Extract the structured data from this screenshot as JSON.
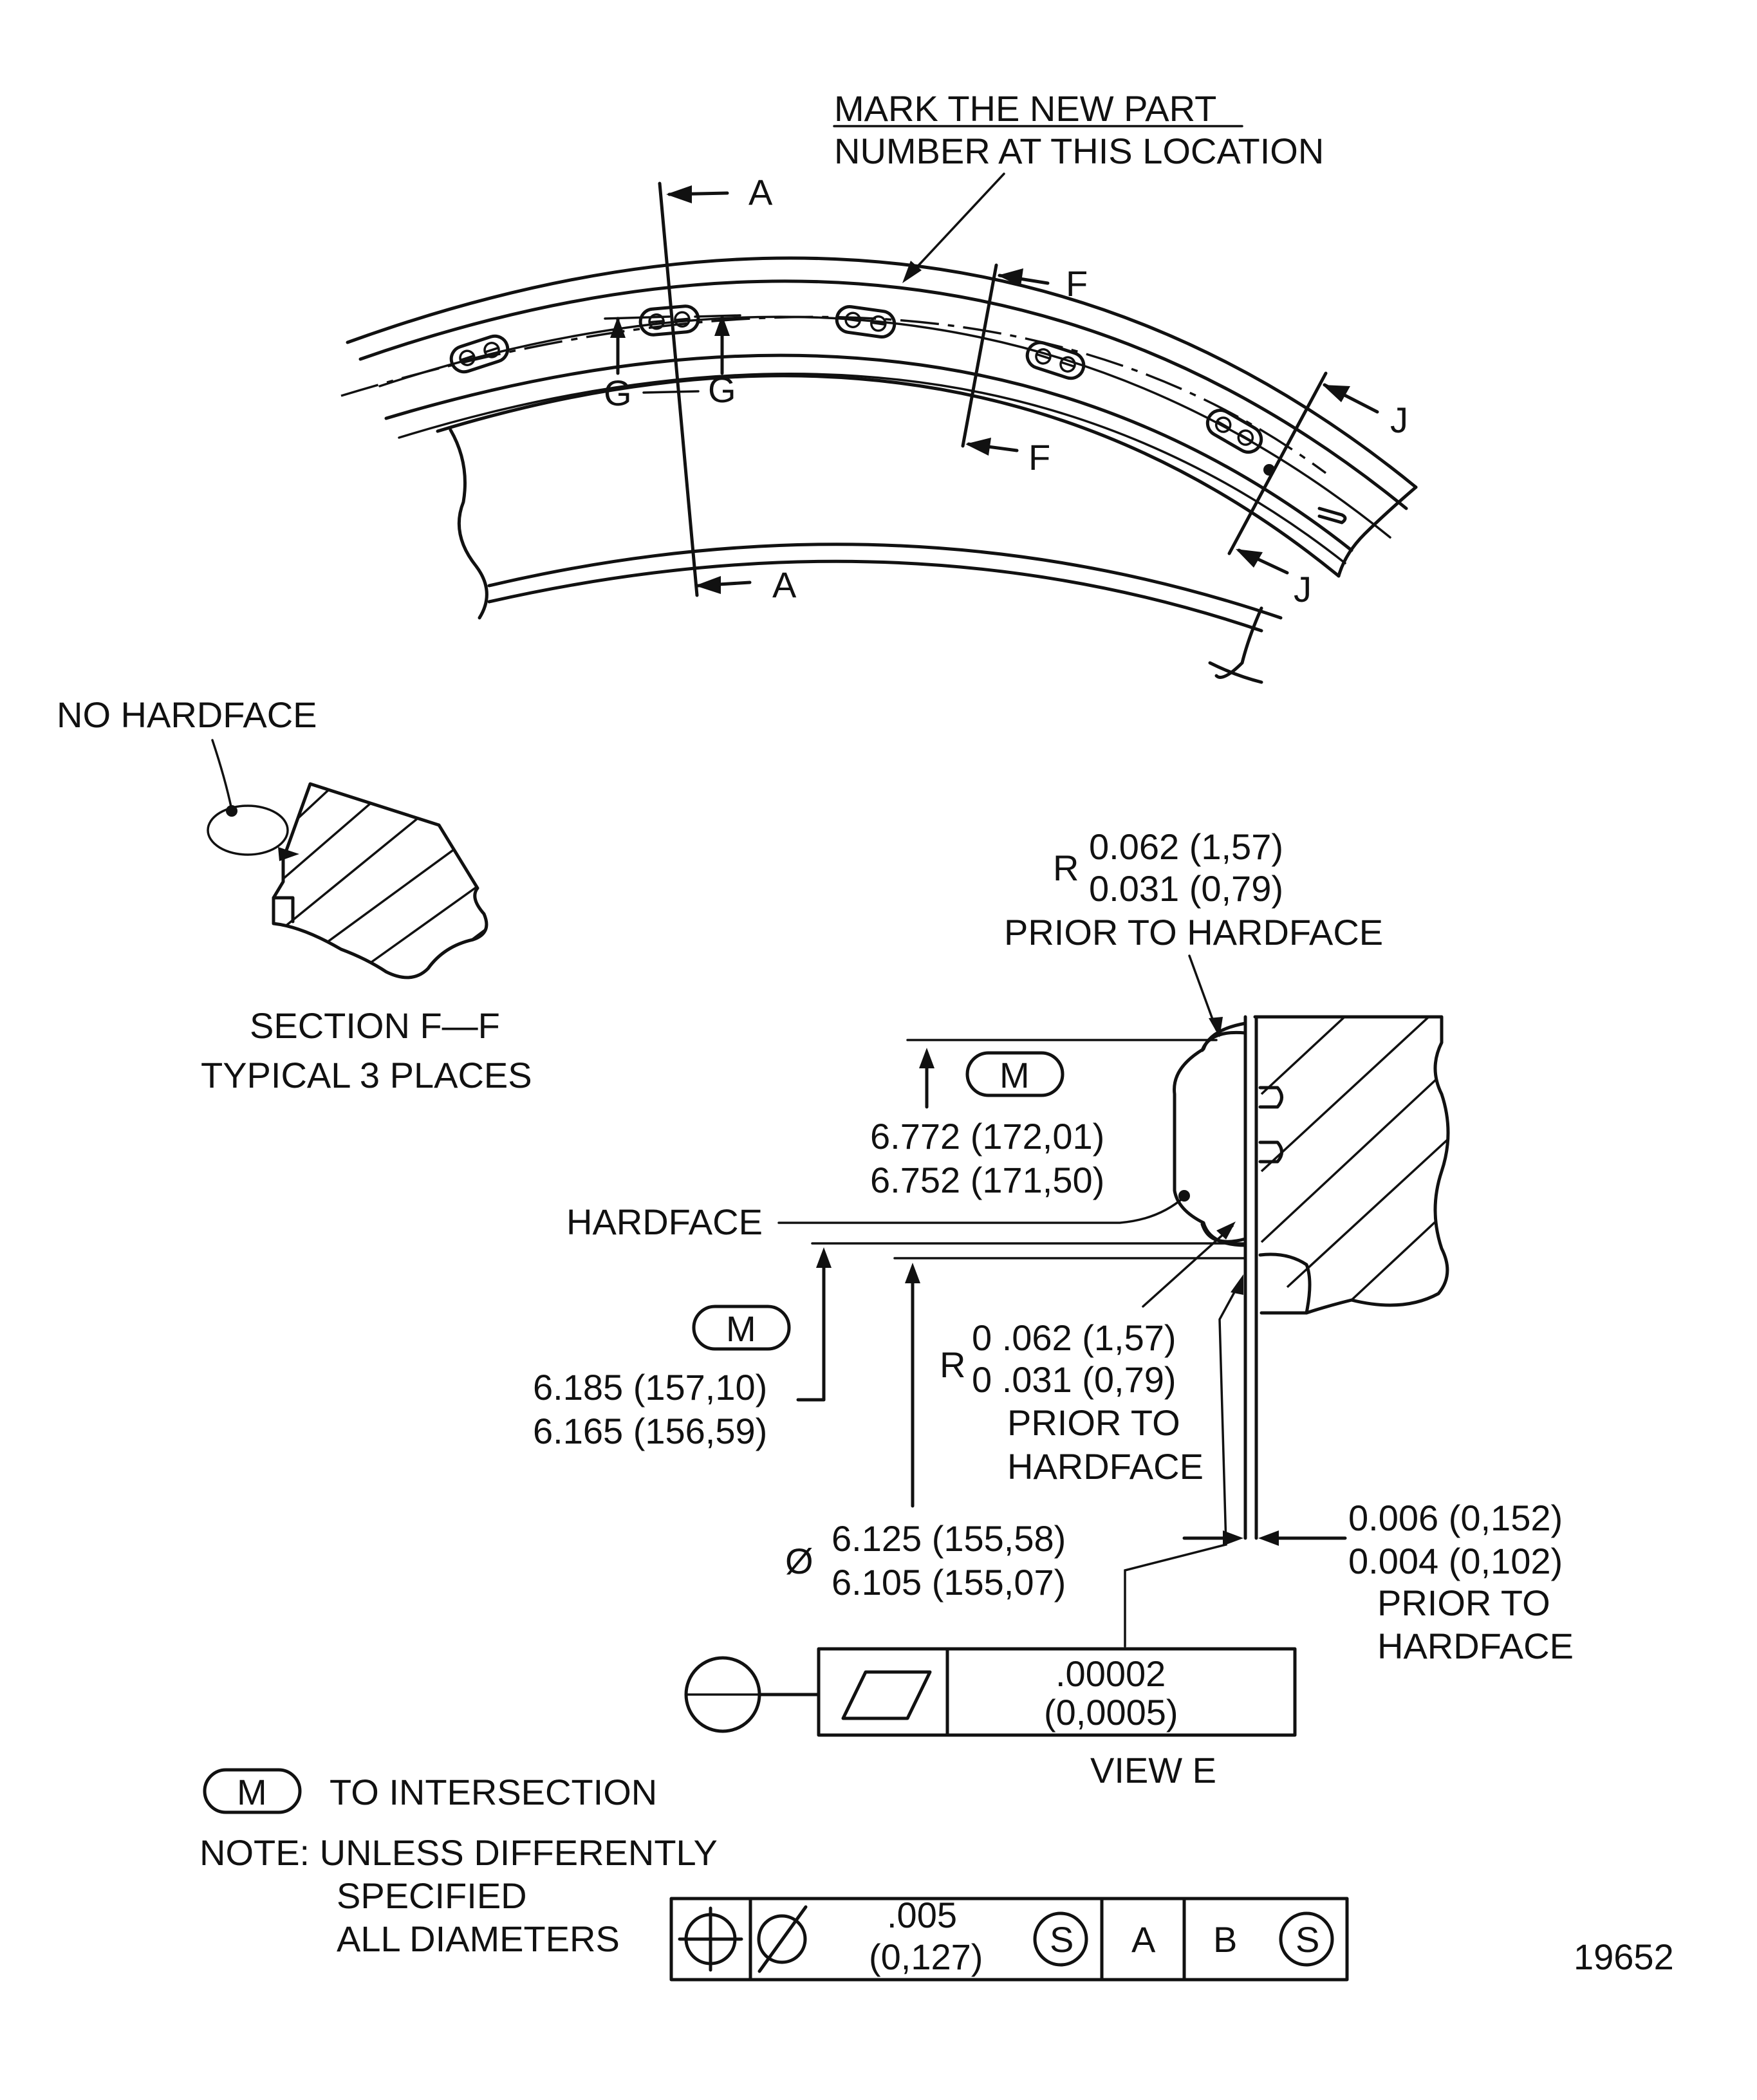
{
  "top_view": {
    "mark_label_line1": "MARK THE NEW PART",
    "mark_label_line2": "NUMBER AT THIS LOCATION",
    "section_a_top": "A",
    "section_a_bottom": "A",
    "section_f_top": "F",
    "section_f_bottom": "F",
    "section_j_top": "J",
    "section_j_bottom": "J",
    "view_g_left": "G",
    "view_g_right": "G"
  },
  "section_ff": {
    "no_hardface": "NO HARDFACE",
    "title": "SECTION F—F",
    "subtitle": "TYPICAL 3 PLACES"
  },
  "view_e": {
    "radius_top_prefix": "R",
    "radius_top_max": "0.062  (1,57)",
    "radius_top_min": "0.031  (0,79)",
    "radius_top_note": "PRIOR TO HARDFACE",
    "m_symbol": "M",
    "dim_upper_max": "6.772  (172,01)",
    "dim_upper_min": "6.752  (171,50)",
    "hardface_label": "HARDFACE",
    "dim_middle_max": "6.185  (157,10)",
    "dim_middle_min": "6.165  (156,59)",
    "radius_bottom_prefix": "R",
    "radius_bottom_max": "0 .062  (1,57)",
    "radius_bottom_min": "0 .031  (0,79)",
    "radius_bottom_note1": "PRIOR TO",
    "radius_bottom_note2": "HARDFACE",
    "diameter_symbol": "Ø",
    "dia_max": "6.125  (155,58)",
    "dia_min": "6.105  (155,07)",
    "thickness_max": "0.006  (0,152)",
    "thickness_min": "0.004  (0,102)",
    "thickness_note1": "PRIOR TO",
    "thickness_note2": "HARDFACE",
    "flatness_value": ".00002",
    "flatness_value_metric": "(0,0005)",
    "title": "VIEW E"
  },
  "notes": {
    "m_symbol": "M",
    "m_meaning": "TO INTERSECTION",
    "note_line1": "NOTE:  UNLESS DIFFERENTLY",
    "note_line2": "SPECIFIED",
    "note_line3": "ALL DIAMETERS",
    "fcf_tolerance": ".005",
    "fcf_tolerance_metric": "(0,127)",
    "fcf_modifier1": "S",
    "fcf_datum_a": "A",
    "fcf_datum_b": "B",
    "fcf_modifier2": "S"
  },
  "figure_number": "19652"
}
